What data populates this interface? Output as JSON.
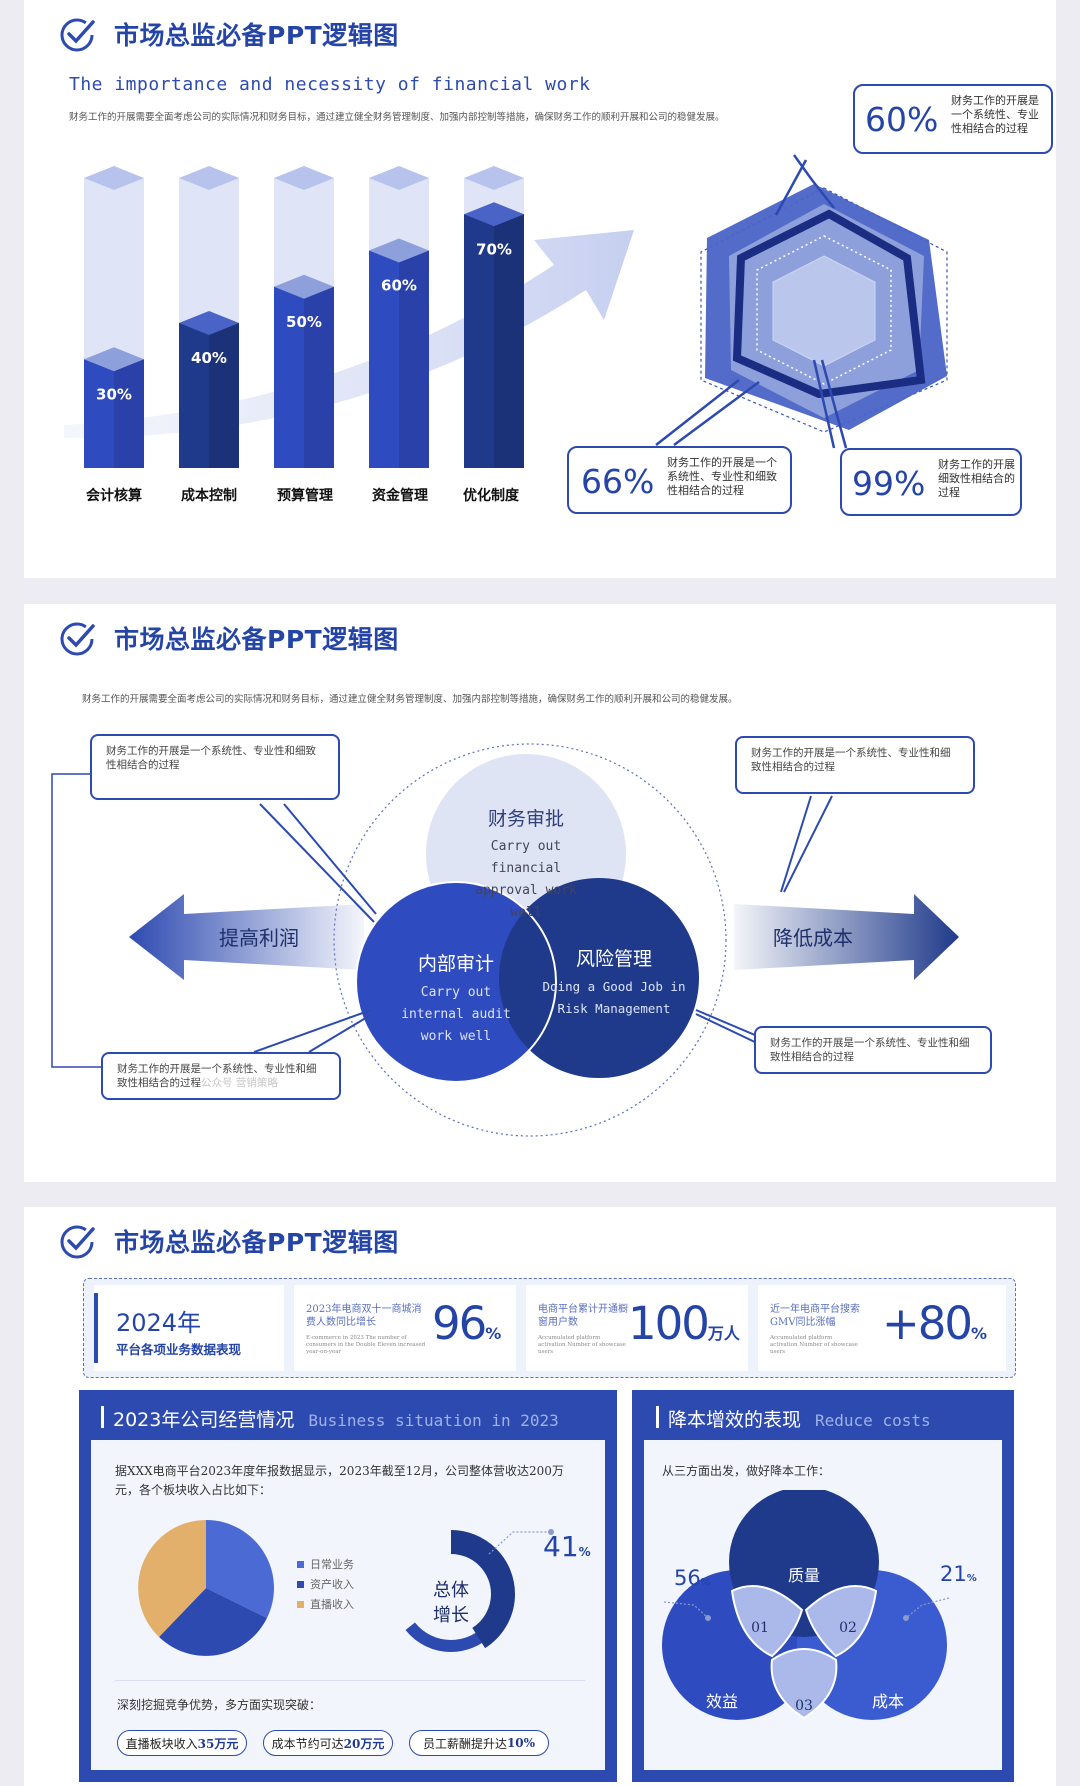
{
  "slide1": {
    "title": "市场总监必备PPT逻辑图",
    "subtitle_en": "The importance and necessity of financial work",
    "description": "财务工作的开展需要全面考虑公司的实际情况和财务目标，通过建立健全财务管理制度、加强内部控制等措施，确保财务工作的顺利开展和公司的稳健发展。",
    "bars": [
      {
        "label": "会计核算",
        "value": 30,
        "text": "30%"
      },
      {
        "label": "成本控制",
        "value": 40,
        "text": "40%"
      },
      {
        "label": "预算管理",
        "value": 50,
        "text": "50%"
      },
      {
        "label": "资金管理",
        "value": 60,
        "text": "60%"
      },
      {
        "label": "优化制度",
        "value": 70,
        "text": "70%"
      }
    ],
    "callouts": [
      {
        "pct": "60%",
        "text": "财务工作的开展是一个系统性、专业性相结合的过程"
      },
      {
        "pct": "66%",
        "text": "财务工作的开展是一个系统性、专业性和细致性相结合的过程"
      },
      {
        "pct": "99%",
        "text": "财务工作的开展细致性相结合的过程"
      }
    ]
  },
  "slide2": {
    "title": "市场总监必备PPT逻辑图",
    "description": "财务工作的开展需要全面考虑公司的实际情况和财务目标，通过建立健全财务管理制度、加强内部控制等措施，确保财务工作的顺利开展和公司的稳健发展。",
    "left_arrow": "提高利润",
    "right_arrow": "降低成本",
    "circles": {
      "top": {
        "title": "财务审批",
        "sub": [
          "Carry out",
          "financial",
          "approval work",
          "well"
        ]
      },
      "left": {
        "title": "内部审计",
        "sub": [
          "Carry out",
          "internal audit",
          "work well"
        ]
      },
      "right": {
        "title": "风险管理",
        "sub": [
          "Doing a Good Job in",
          "Risk Management"
        ]
      }
    },
    "bubbles": {
      "top_left": "财务工作的开展是一个系统性、专业性和细致性相结合的过程",
      "top_right": "财务工作的开展是一个系统性、专业性和细致性相结合的过程",
      "bottom_left": "财务工作的开展是一个系统性、专业性和细致性相结合的过程",
      "bottom_left_faint": "公众号 营销策略",
      "bottom_right": "财务工作的开展是一个系统性、专业性和细致性相结合的过程"
    }
  },
  "slide3": {
    "title": "市场总监必备PPT逻辑图",
    "stats_header": {
      "year": "2024年",
      "caption": "平台各项业务数据表现"
    },
    "stats": [
      {
        "desc": "2023年电商双十一商城消费人数同比增长",
        "desc_en": "E-commerce in 2023 The number of consumers in the Double Eleven increased year-on-year",
        "value": "96",
        "unit": "%"
      },
      {
        "desc": "电商平台累计开通橱窗用户数",
        "desc_en": "Accumulated platform activation Number of showcase users",
        "value": "100",
        "unit": "万人"
      },
      {
        "desc": "近一年电商平台搜索GMV同比涨幅",
        "desc_en": "Accumulated platform activation Number of showcase users",
        "value": "+80",
        "unit": "%"
      }
    ],
    "left_panel": {
      "title": "2023年公司经营情况",
      "title_en": "Business situation in 2023",
      "text": "据XXX电商平台2023年度年报数据显示，2023年截至12月，公司整体营收达200万元，各个板块收入占比如下：",
      "legend": [
        "日常业务",
        "资产收入",
        "直播收入"
      ],
      "ring_label_1": "总体",
      "ring_label_2": "增长",
      "ring_pct": "41",
      "ring_unit": "%",
      "bottom_text": "深刻挖掘竞争优势，多方面实现突破：",
      "pills": [
        {
          "pre": "直播板块收入",
          "strong": "35万元"
        },
        {
          "pre": "成本节约可达",
          "strong": "20万元"
        },
        {
          "pre": "员工薪酬提升达",
          "strong": "10%"
        }
      ]
    },
    "right_panel": {
      "title": "降本增效的表现",
      "title_en": "Reduce costs",
      "text": "从三方面出发，做好降本工作：",
      "circles": [
        "质量",
        "效益",
        "成本"
      ],
      "overlaps": [
        "01",
        "02",
        "03"
      ],
      "pct_left": "56",
      "pct_right": "21",
      "unit": "%"
    }
  },
  "colors": {
    "primary": "#2d4ab0",
    "dark": "#1f3a8a",
    "light": "#c9d3f0",
    "accent": "#e3b06b"
  }
}
